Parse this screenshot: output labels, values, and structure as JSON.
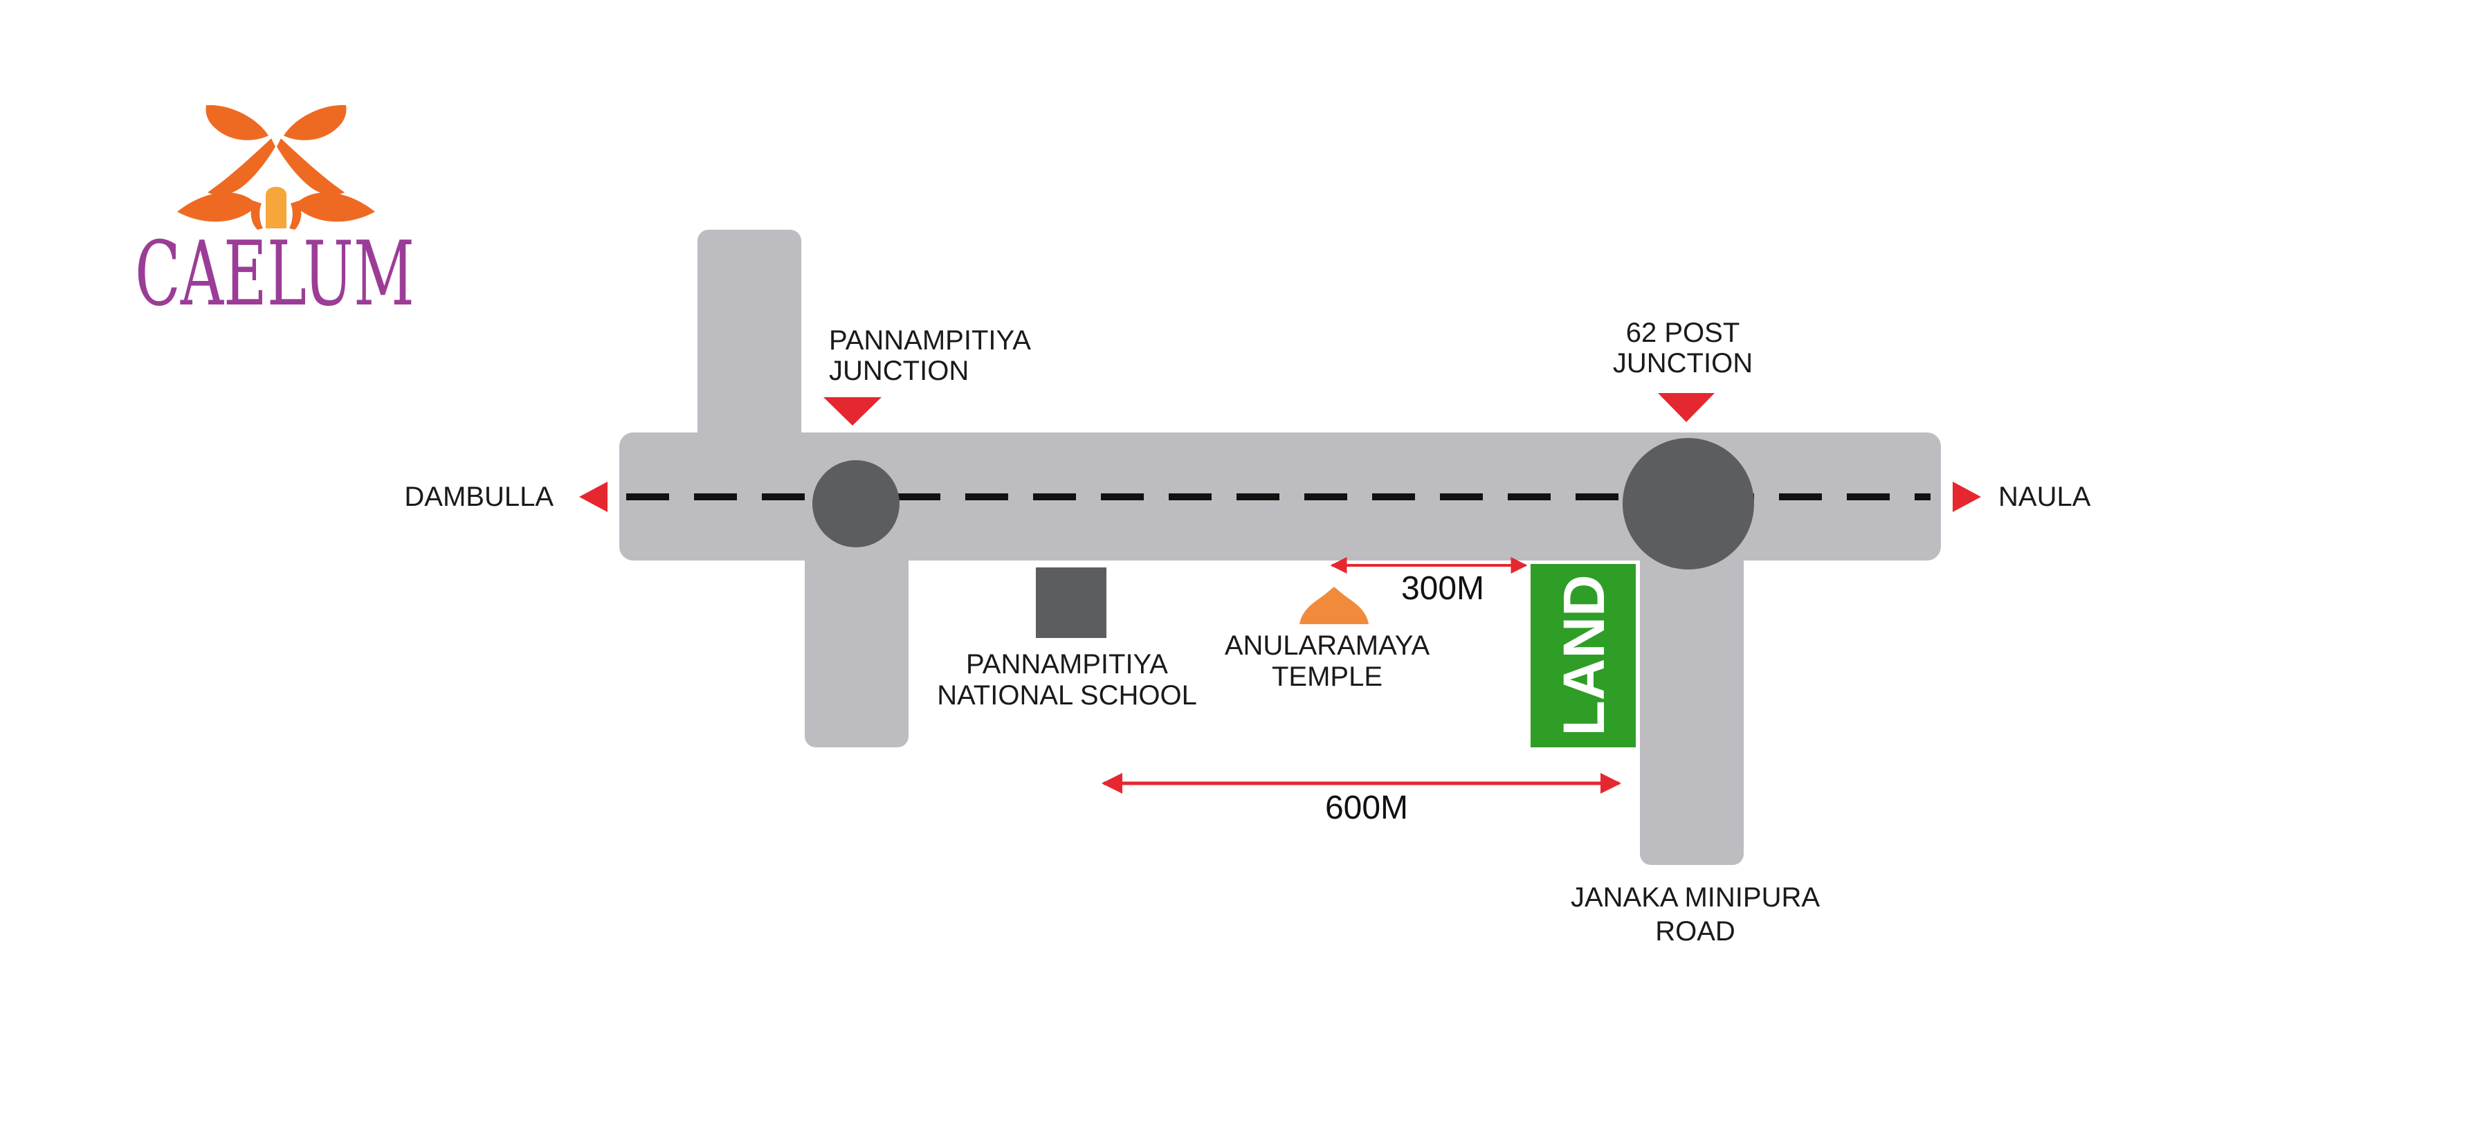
{
  "brand": {
    "name": "CAELUM",
    "text_color": "#9b3d97",
    "logo_color": "#ee6a22",
    "logo_accent": "#f6a63a",
    "logo_icon": "house-leaves-logo-icon"
  },
  "colors": {
    "road": "#bcbcc1",
    "roundabout": "#5c5d60",
    "centerline": "#111111",
    "direction_arrow": "#e52830",
    "school_marker": "#5c5d60",
    "temple_marker": "#f28a3c",
    "land": "#2e9e26",
    "distance_arrow": "#e52830"
  },
  "directions": {
    "west": "DAMBULLA",
    "east": "NAULA"
  },
  "junctions": [
    {
      "line1": "PANNAMPITIYA",
      "line2": "JUNCTION"
    },
    {
      "line1": "62 POST",
      "line2": "JUNCTION"
    }
  ],
  "landmarks": {
    "school": {
      "line1": "PANNAMPITIYA",
      "line2": "NATIONAL SCHOOL",
      "icon": "school-square-icon"
    },
    "temple": {
      "line1": "ANULARAMAYA",
      "line2": "TEMPLE",
      "icon": "temple-stupa-icon"
    }
  },
  "land": {
    "label": "LAND"
  },
  "side_road": {
    "line1": "JANAKA MINIPURA",
    "line2": "ROAD"
  },
  "distances": {
    "temple_to_land": "300M",
    "school_to_junction": "600M"
  }
}
